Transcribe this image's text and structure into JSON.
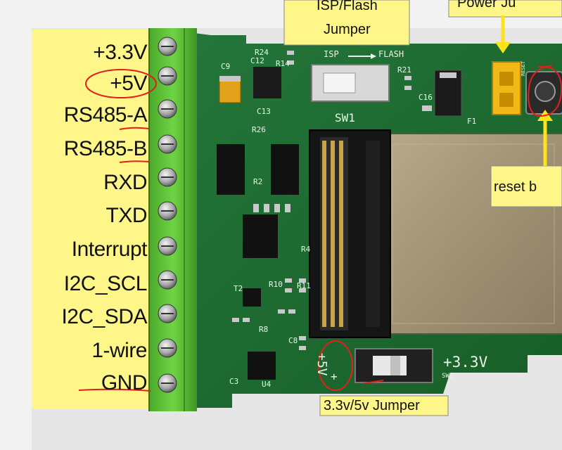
{
  "pin_labels": [
    "+3.3V",
    "+5V",
    "RS485-A",
    "RS485-B",
    "RXD",
    "TXD",
    "Interrupt",
    "I2C_SCL",
    "I2C_SDA",
    "1-wire",
    "GND"
  ],
  "callouts": {
    "isp_flash_line1": "ISP/Flash",
    "isp_flash_line2": "Jumper",
    "power_partial": "Power Ju",
    "reset_partial": "reset b",
    "voltage_jumper": "3.3v/5v Jumper"
  },
  "silkscreen": {
    "isp": "ISP",
    "flash": "FLASH",
    "sw1": "SW1",
    "sw2": "SW2",
    "v5": "+5V",
    "v33": "+3.3V",
    "plus": "+",
    "c9": "C9",
    "c12": "C12",
    "c13": "C13",
    "c16": "C16",
    "r24": "R24",
    "r14": "R14",
    "r21": "R21",
    "r26": "R26",
    "r2": "R2",
    "r4": "R4",
    "r10": "R10",
    "r11": "R11",
    "r8": "R8",
    "t2": "T2",
    "c3": "C3",
    "u4": "U4",
    "c8": "C8",
    "f1": "F1",
    "reset": "RESET"
  },
  "colors": {
    "background": "#f2f2f2",
    "pcb_green": "#1d6b2a",
    "terminal_green": "#5cc234",
    "label_yellow": "#fff68a",
    "annotation_red": "#e0201a"
  }
}
